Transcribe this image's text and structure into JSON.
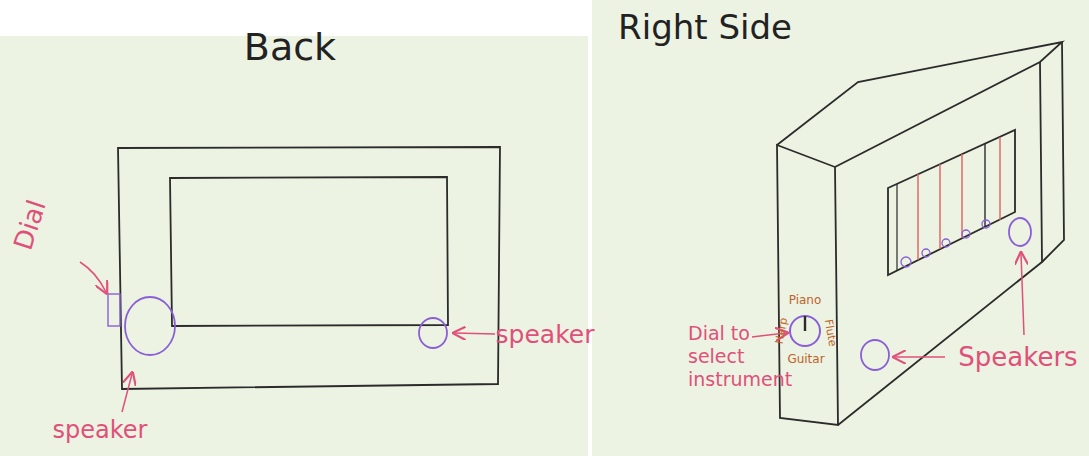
{
  "diagram": {
    "labels": [
      "Back",
      "Dial",
      "speaker",
      "speaker",
      "Right Side",
      "Piano",
      "Harp",
      "Flute",
      "Guitar",
      "Dial to select instrument",
      "Speakers"
    ]
  }
}
